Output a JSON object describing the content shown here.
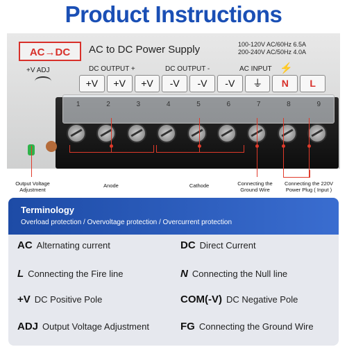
{
  "header": {
    "title": "Product Instructions"
  },
  "device": {
    "badge": "AC→DC",
    "heading": "AC to DC Power Supply",
    "spec_line1": "100-120V AC/60Hz 6.5A",
    "spec_line2": "200-240V AC/50Hz 4.0A",
    "adj_label": "+V ADJ",
    "dc_output_pos": "DC OUTPUT +",
    "dc_output_neg": "DC OUTPUT -",
    "ac_input": "AC INPUT",
    "terminals": [
      "+V",
      "+V",
      "+V",
      "-V",
      "-V",
      "-V",
      "⏚",
      "N",
      "L"
    ],
    "numbers": [
      "1",
      "2",
      "3",
      "4",
      "5",
      "6",
      "7",
      "8",
      "9"
    ]
  },
  "callouts": {
    "adjust": "Output Voltage Adjustment",
    "anode": "Anode",
    "cathode": "Cathode",
    "ground": "Connecting the Ground Wire",
    "power": "Connecting the 220V Power Plug ( Input )"
  },
  "terminology": {
    "title": "Terminology",
    "subtitle": "Overload protection / Overvoltage protection / Overcurrent protection",
    "items": [
      {
        "abbr": "AC",
        "desc": "Alternating current"
      },
      {
        "abbr": "DC",
        "desc": "Direct Current"
      },
      {
        "abbr": "L",
        "desc": "Connecting the Fire line"
      },
      {
        "abbr": "N",
        "desc": "Connecting the Null line"
      },
      {
        "abbr": "+V",
        "desc": "DC Positive Pole"
      },
      {
        "abbr": "COM(-V)",
        "desc": "DC Negative Pole"
      },
      {
        "abbr": "ADJ",
        "desc": "Output Voltage Adjustment"
      },
      {
        "abbr": "FG",
        "desc": "Connecting the Ground Wire"
      }
    ]
  },
  "colors": {
    "accent": "#1a4fb5",
    "warning": "#e03a2a",
    "panel_bg": "#e6e8ee"
  }
}
